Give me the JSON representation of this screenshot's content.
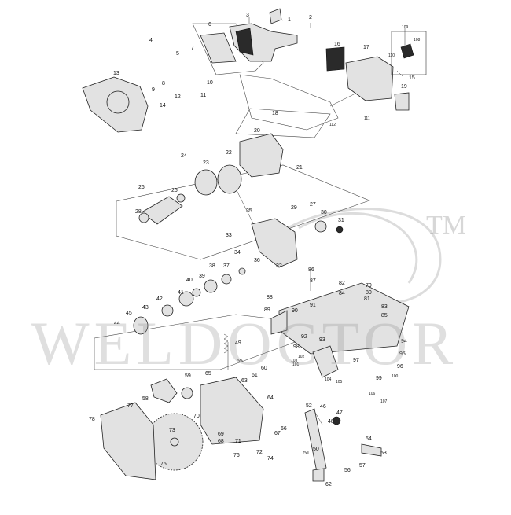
{
  "diagram": {
    "watermark": "WELDOCTOR",
    "trademark": "TM",
    "labels": [
      "1",
      "2",
      "3",
      "4",
      "5",
      "6",
      "7",
      "8",
      "9",
      "10",
      "11",
      "12",
      "13",
      "14",
      "15",
      "16",
      "17",
      "18",
      "19",
      "20",
      "21",
      "22",
      "23",
      "24",
      "25",
      "26",
      "27",
      "28",
      "29",
      "30",
      "31",
      "32",
      "33",
      "34",
      "35",
      "36",
      "37",
      "38",
      "39",
      "40",
      "41",
      "42",
      "43",
      "44",
      "45",
      "46",
      "47",
      "48",
      "49",
      "50",
      "51",
      "52",
      "53",
      "54",
      "55",
      "56",
      "57",
      "58",
      "59",
      "60",
      "61",
      "62",
      "63",
      "64",
      "65",
      "66",
      "67",
      "68",
      "69",
      "70",
      "71",
      "72",
      "73",
      "74",
      "75",
      "76",
      "77",
      "78",
      "79",
      "80",
      "81",
      "82",
      "83",
      "84",
      "85",
      "86",
      "87",
      "88",
      "89",
      "90",
      "91",
      "92",
      "93",
      "94",
      "95",
      "96",
      "97",
      "98",
      "99",
      "100",
      "101",
      "102",
      "103",
      "104",
      "105",
      "106",
      "107",
      "108",
      "109",
      "110",
      "111",
      "112"
    ]
  }
}
